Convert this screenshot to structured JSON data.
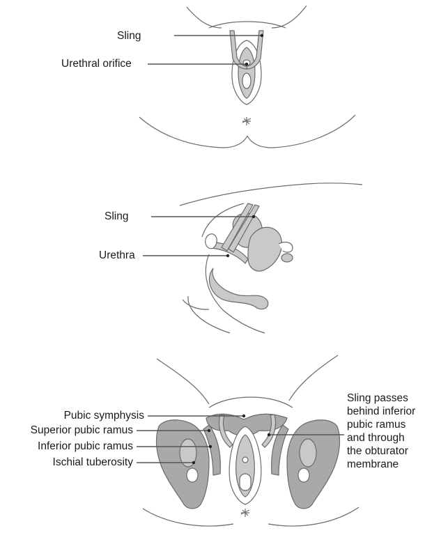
{
  "panel1": {
    "labels": {
      "sling": "Sling",
      "urethral_orifice": "Urethral orifice"
    }
  },
  "panel2": {
    "labels": {
      "sling": "Sling",
      "urethra": "Urethra"
    }
  },
  "panel3": {
    "labels": {
      "pubic_symphysis": "Pubic symphysis",
      "superior_pubic_ramus": "Superior pubic ramus",
      "inferior_pubic_ramus": "Inferior pubic ramus",
      "ischial_tuberosity": "Ischial tuberosity"
    },
    "sling_note": [
      "Sling passes",
      "behind inferior",
      "pubic ramus",
      "and through",
      "the obturator",
      "membrane"
    ]
  },
  "colors": {
    "line": "#555555",
    "outline": "#6a6a6a",
    "tissue_fill": "#c9c9c9",
    "bone_fill": "#a9a9a9"
  }
}
